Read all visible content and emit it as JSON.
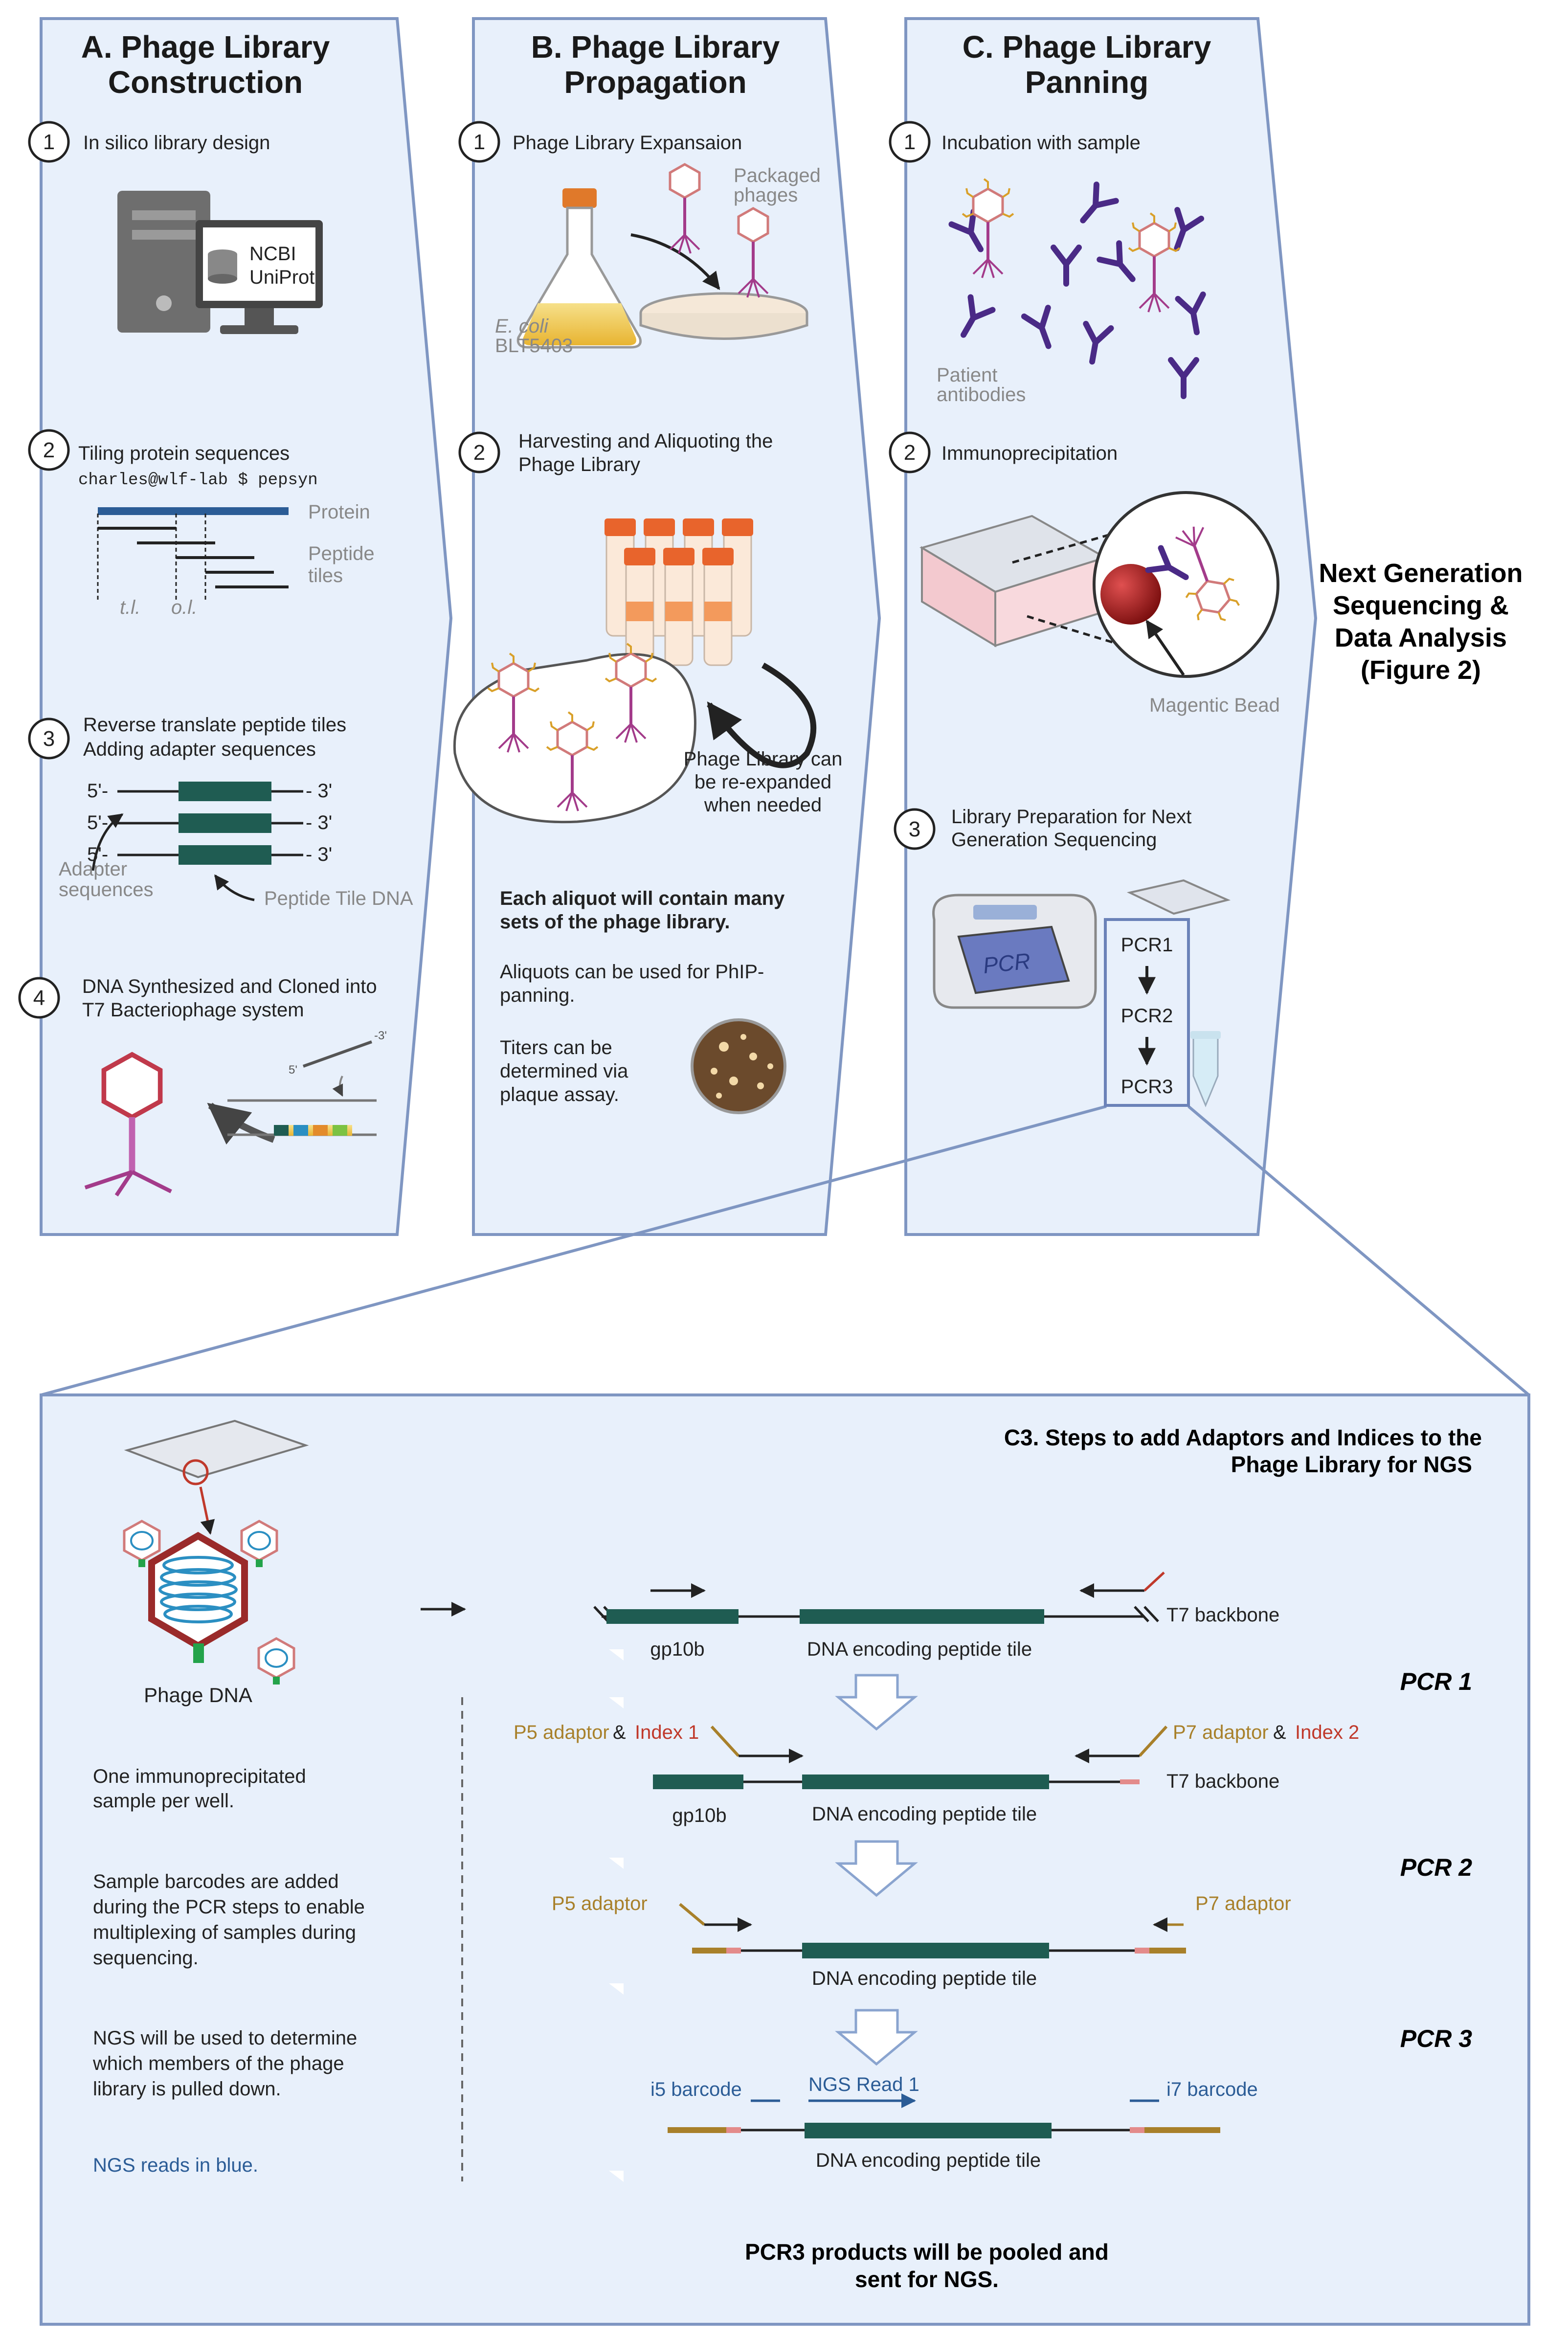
{
  "colors": {
    "panel_fill": "#e8f0fb",
    "panel_stroke": "#7f96c2",
    "dna_green": "#1f5c52",
    "protein_blue": "#2b5c96",
    "adaptor_gold": "#a8802a",
    "index_red": "#c0392b",
    "ngs_blue": "#2b5c96"
  },
  "panelA": {
    "title_line1": "A. Phage Library",
    "title_line2": "Construction",
    "step1": {
      "num": "1",
      "label": "In silico library design",
      "db1": "NCBI",
      "db2": "UniProt"
    },
    "step2": {
      "num": "2",
      "label": "Tiling protein sequences",
      "cmd": "charles@wlf-lab $ pepsyn",
      "protein": "Protein",
      "tiles1": "Peptide",
      "tiles2": "tiles",
      "tl": "t.l.",
      "ol": "o.l."
    },
    "step3": {
      "num": "3",
      "line1": "Reverse translate peptide tiles",
      "line2": "Adding adapter sequences",
      "five": "5'-",
      "three": "- 3'",
      "adapter1": "Adapter",
      "adapter2": "sequences",
      "tile_dna": "Peptide Tile DNA"
    },
    "step4": {
      "num": "4",
      "line1": "DNA Synthesized and Cloned into",
      "line2": "T7 Bacteriophage system",
      "oligo5": "5'",
      "oligo3": "-3'"
    }
  },
  "panelB": {
    "title_line1": "B. Phage Library",
    "title_line2": "Propagation",
    "step1": {
      "num": "1",
      "label": "Phage Library Expansaion",
      "packaged1": "Packaged",
      "packaged2": "phages",
      "ecoli": "E. coli",
      "strain": "BLT5403"
    },
    "step2": {
      "num": "2",
      "line1": "Harvesting and Aliquoting the",
      "line2": "Phage Library",
      "re1": "Phage Library can",
      "re2": "be re-expanded",
      "re3": "when needed"
    },
    "note_bold1": "Each aliquot will contain many",
    "note_bold2": "sets of the phage library.",
    "note2_line1": "Aliquots can be used for PhIP-",
    "note2_line2": "panning.",
    "note3_line1": "Titers can be",
    "note3_line2": "determined via",
    "note3_line3": "plaque assay."
  },
  "panelC": {
    "title_line1": "C. Phage Library",
    "title_line2": "Panning",
    "step1": {
      "num": "1",
      "label": "Incubation with sample",
      "patient1": "Patient",
      "patient2": "antibodies"
    },
    "step2": {
      "num": "2",
      "label": "Immunoprecipitation",
      "bead": "Magentic Bead"
    },
    "step3": {
      "num": "3",
      "line1": "Library Preparation for Next",
      "line2": "Generation Sequencing",
      "machine": "PCR",
      "pcr1": "PCR1",
      "pcr2": "PCR2",
      "pcr3": "PCR3"
    }
  },
  "ngs": {
    "line1": "Next Generation",
    "line2": "Sequencing &",
    "line3": "Data Analysis",
    "line4": "(Figure 2)"
  },
  "c3": {
    "title_line1": "C3. Steps to add Adaptors and Indices to the",
    "title_line2": "Phage Library for NGS",
    "phage_dna": "Phage DNA",
    "note1_line1": "One immunoprecipitated",
    "note1_line2": "sample per well.",
    "note2_line1": "Sample barcodes are added",
    "note2_line2": "during the PCR steps to enable",
    "note2_line3": "multiplexing of samples during",
    "note2_line4": "sequencing.",
    "note3_line1": "NGS will be used to determine",
    "note3_line2": "which members of the phage",
    "note3_line3": "library is pulled down.",
    "note4": "NGS reads in blue.",
    "gp10b": "gp10b",
    "dna_tile": "DNA encoding peptide tile",
    "t7_backbone": "T7 backbone",
    "pcr1": "PCR 1",
    "pcr2": "PCR 2",
    "pcr3": "PCR 3",
    "p5_adaptor": "P5 adaptor",
    "p7_adaptor": "P7 adaptor",
    "amp": "&",
    "index1": "Index 1",
    "index2": "Index 2",
    "i5_barcode": "i5 barcode",
    "i7_barcode": "i7 barcode",
    "ngs_read": "NGS Read 1",
    "final_line1": "PCR3 products will be pooled and",
    "final_line2": "sent for NGS."
  }
}
